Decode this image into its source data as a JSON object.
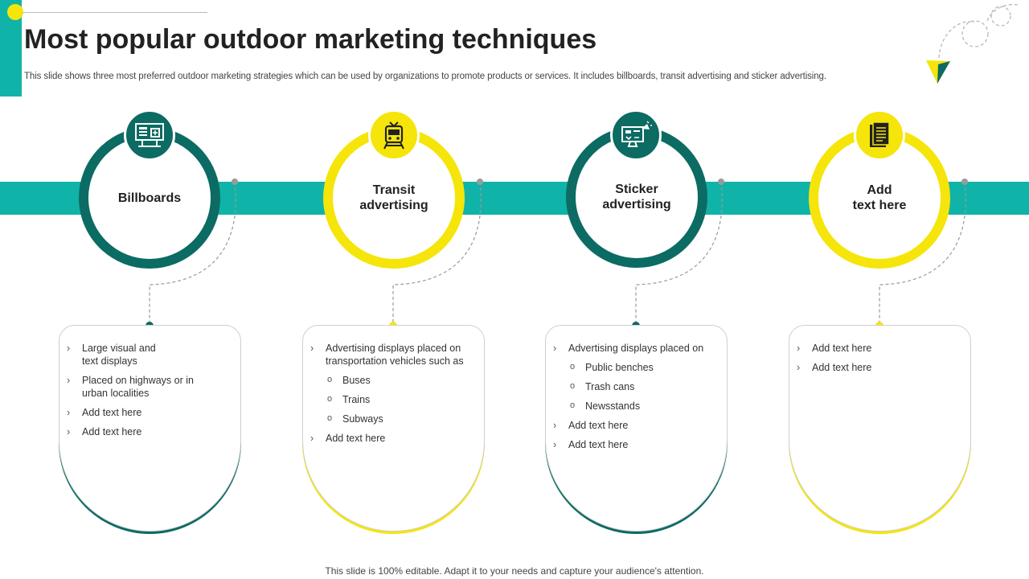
{
  "header": {
    "title": "Most popular outdoor marketing techniques",
    "subtitle": "This slide shows three most preferred outdoor marketing strategies which can be used by organizations to promote products or services. It includes billboards, transit advertising and sticker advertising."
  },
  "colors": {
    "teal": "#10b3a8",
    "dark_teal": "#0c6b63",
    "yellow": "#f5e50a"
  },
  "techniques": [
    {
      "label": "Billboards",
      "icon": "billboard-icon",
      "color": "dark_teal",
      "items": [
        {
          "type": "bullet",
          "text": "Large visual and\ntext displays"
        },
        {
          "type": "bullet",
          "text": "Placed on highways or in\nurban localities"
        },
        {
          "type": "bullet",
          "text": "Add text here"
        },
        {
          "type": "bullet",
          "text": "Add text here"
        }
      ]
    },
    {
      "label": "Transit\nadvertising",
      "icon": "train-icon",
      "color": "yellow",
      "items": [
        {
          "type": "bullet",
          "text": "Advertising displays placed on\ntransportation vehicles such as"
        },
        {
          "type": "sub",
          "text": "Buses"
        },
        {
          "type": "sub",
          "text": "Trains"
        },
        {
          "type": "sub",
          "text": "Subways"
        },
        {
          "type": "bullet",
          "text": "Add text here"
        }
      ]
    },
    {
      "label": "Sticker\nadvertising",
      "icon": "sticker-ad-icon",
      "color": "dark_teal",
      "items": [
        {
          "type": "bullet",
          "text": "Advertising displays placed on"
        },
        {
          "type": "sub",
          "text": "Public benches"
        },
        {
          "type": "sub",
          "text": "Trash  cans"
        },
        {
          "type": "sub",
          "text": "Newsstands"
        },
        {
          "type": "bullet",
          "text": "Add text here"
        },
        {
          "type": "bullet",
          "text": "Add text here"
        }
      ]
    },
    {
      "label": "Add\ntext here",
      "icon": "document-icon",
      "color": "yellow",
      "items": [
        {
          "type": "bullet",
          "text": "Add text here"
        },
        {
          "type": "bullet",
          "text": "Add text here"
        }
      ]
    }
  ],
  "footer": "This slide is 100% editable. Adapt it to your needs and capture your audience's attention."
}
